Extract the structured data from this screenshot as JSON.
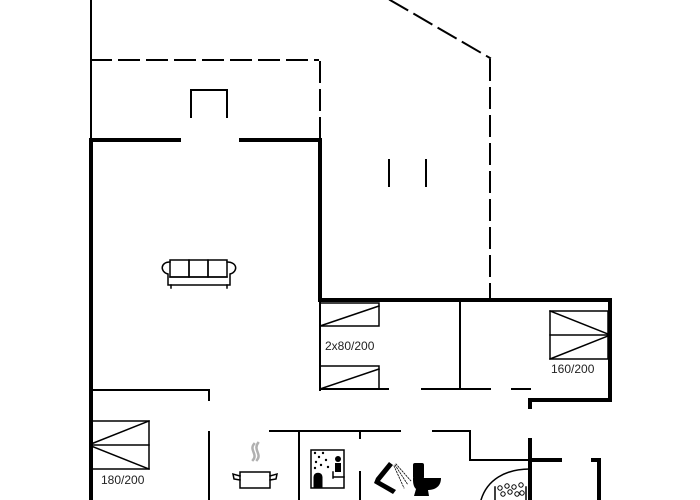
{
  "diagram": {
    "type": "floor-plan",
    "colors": {
      "wall": "#000000",
      "background": "#ffffff",
      "steam": "#b0b0b0",
      "text": "#222222"
    },
    "rooms": [
      {
        "name": "living-room",
        "icon": "sofa-icon"
      },
      {
        "name": "terrace-covered",
        "icon": "none"
      },
      {
        "name": "bedroom-twin",
        "bed_label": "2x80/200"
      },
      {
        "name": "bedroom-double-east",
        "bed_label": "160/200"
      },
      {
        "name": "bedroom-double-west",
        "bed_label": "180/200"
      },
      {
        "name": "kitchen",
        "icon": "cooking-pot-icon"
      },
      {
        "name": "sauna",
        "icon": "sauna-icon"
      },
      {
        "name": "bathroom",
        "icons": [
          "shower-icon",
          "toilet-icon"
        ]
      },
      {
        "name": "shower-cabin",
        "icon": "shower-cabin-icon"
      }
    ],
    "labels": {
      "bed_twin": "2x80/200",
      "bed_160": "160/200",
      "bed_180": "180/200"
    }
  }
}
